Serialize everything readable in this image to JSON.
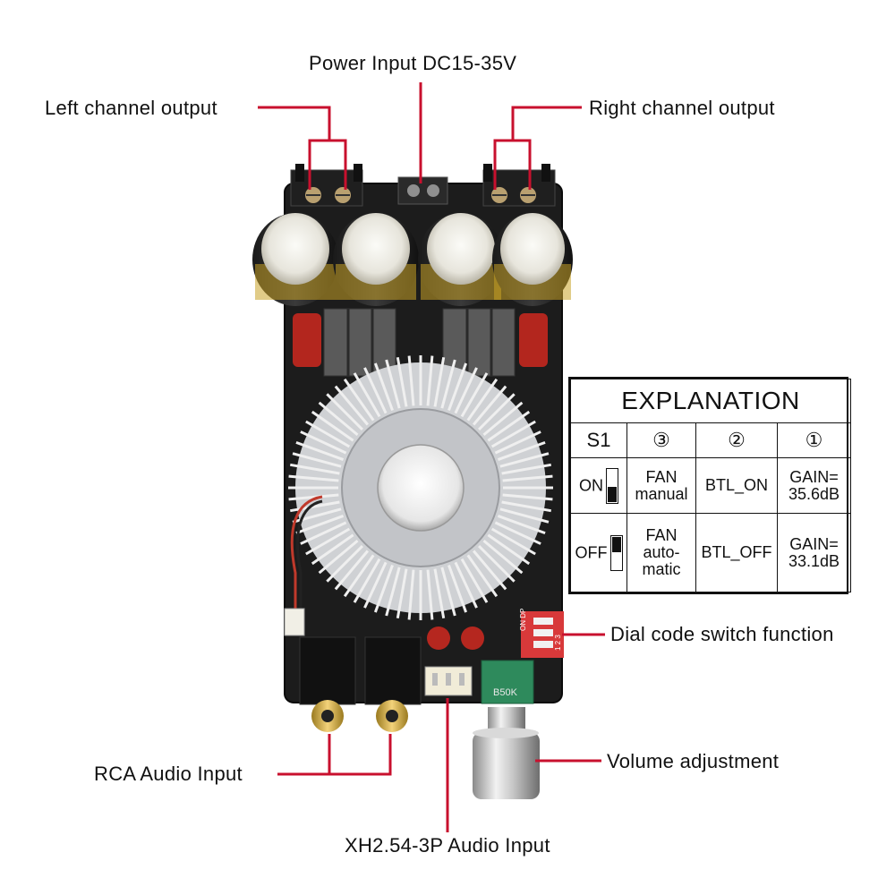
{
  "callouts": {
    "power_input": "Power Input DC15-35V",
    "left_output": "Left channel output",
    "right_output": "Right channel output",
    "dial_switch": "Dial code switch function",
    "volume": "Volume adjustment",
    "rca_input": "RCA Audio Input",
    "xh_input": "XH2.54-3P Audio Input"
  },
  "explanation": {
    "title": "EXPLANATION",
    "headers": [
      "S1",
      "③",
      "②",
      "①"
    ],
    "rows": [
      {
        "state": "ON",
        "col3_a": "FAN",
        "col3_b": "manual",
        "col2": "BTL_ON",
        "col1_a": "GAIN=",
        "col1_b": "35.6dB"
      },
      {
        "state": "OFF",
        "col3_a": "FAN",
        "col3_b": "auto-",
        "col3_c": "matic",
        "col2": "BTL_OFF",
        "col1_a": "GAIN=",
        "col1_b": "33.1dB"
      }
    ]
  },
  "board": {
    "pot_marking": "B50K",
    "dip_marking_a": "ON DP",
    "dip_marking_b": "1 2 3"
  },
  "colors": {
    "leader": "#c8102e",
    "pcb": "#1c1c1c",
    "heatsink": "#d9dadc",
    "capacitor_gold": "#c9a227"
  }
}
